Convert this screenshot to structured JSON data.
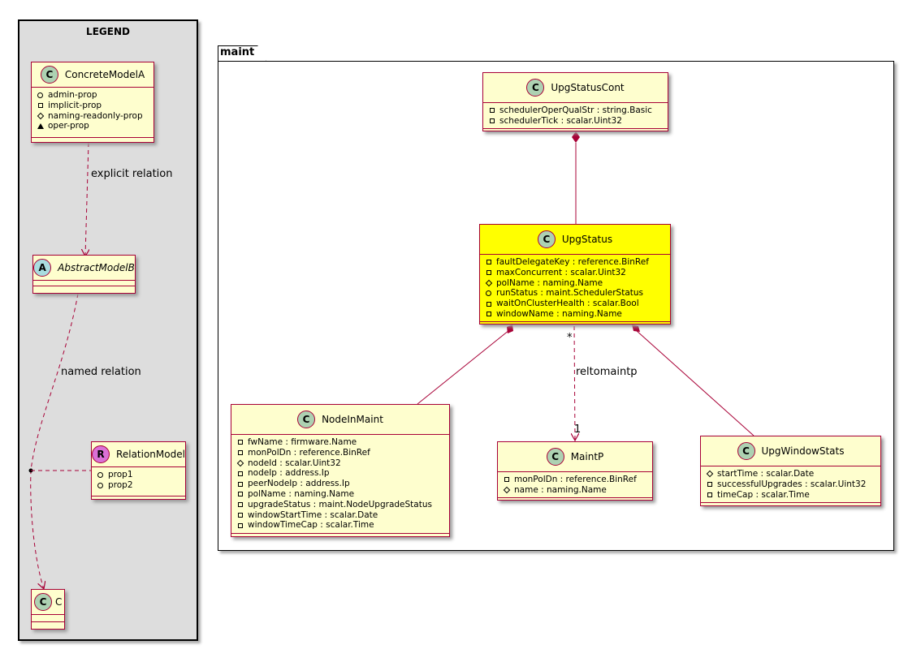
{
  "legend": {
    "title": "LEGEND",
    "concrete_model": {
      "name": "ConcreteModelA",
      "attrs": [
        {
          "vis": "+",
          "name": "admin-prop"
        },
        {
          "vis": "-",
          "name": "implicit-prop"
        },
        {
          "vis": "#",
          "name": "naming-readonly-prop"
        },
        {
          "vis": "~",
          "name": "oper-prop"
        }
      ]
    },
    "abstract_model": {
      "name": "AbstractModelB"
    },
    "relation_model": {
      "name": "RelationModel",
      "attrs": [
        {
          "vis": "+",
          "name": "prop1"
        },
        {
          "vis": "+",
          "name": "prop2"
        }
      ]
    },
    "c_model": {
      "name": "C"
    },
    "explicit_relation_label": "explicit relation",
    "named_relation_label": "named relation"
  },
  "package": {
    "name": "maint",
    "classes": {
      "upg_status_cont": {
        "name": "UpgStatusCont",
        "attrs": [
          {
            "vis": "-",
            "name": "schedulerOperQualStr : string.Basic"
          },
          {
            "vis": "-",
            "name": "schedulerTick : scalar.Uint32"
          }
        ]
      },
      "upg_status": {
        "name": "UpgStatus",
        "highlight_color": "#ffff00",
        "attrs": [
          {
            "vis": "-",
            "name": "faultDelegateKey : reference.BinRef"
          },
          {
            "vis": "-",
            "name": "maxConcurrent : scalar.Uint32"
          },
          {
            "vis": "#",
            "name": "polName : naming.Name"
          },
          {
            "vis": "+",
            "name": "runStatus : maint.SchedulerStatus"
          },
          {
            "vis": "-",
            "name": "waitOnClusterHealth : scalar.Bool"
          },
          {
            "vis": "-",
            "name": "windowName : naming.Name"
          }
        ]
      },
      "node_in_maint": {
        "name": "NodeInMaint",
        "attrs": [
          {
            "vis": "-",
            "name": "fwName : firmware.Name"
          },
          {
            "vis": "-",
            "name": "monPolDn : reference.BinRef"
          },
          {
            "vis": "#",
            "name": "nodeId : scalar.Uint32"
          },
          {
            "vis": "-",
            "name": "nodeIp : address.Ip"
          },
          {
            "vis": "-",
            "name": "peerNodeIp : address.Ip"
          },
          {
            "vis": "-",
            "name": "polName : naming.Name"
          },
          {
            "vis": "-",
            "name": "upgradeStatus : maint.NodeUpgradeStatus"
          },
          {
            "vis": "-",
            "name": "windowStartTime : scalar.Date"
          },
          {
            "vis": "-",
            "name": "windowTimeCap : scalar.Time"
          }
        ]
      },
      "maint_p": {
        "name": "MaintP",
        "attrs": [
          {
            "vis": "-",
            "name": "monPolDn : reference.BinRef"
          },
          {
            "vis": "#",
            "name": "name : naming.Name"
          }
        ]
      },
      "upg_window_stats": {
        "name": "UpgWindowStats",
        "attrs": [
          {
            "vis": "#",
            "name": "startTime : scalar.Date"
          },
          {
            "vis": "-",
            "name": "successfulUpgrades : scalar.Uint32"
          },
          {
            "vis": "-",
            "name": "timeCap : scalar.Time"
          }
        ]
      }
    },
    "relation": {
      "label": "reltomaintp",
      "source_multiplicity": "*",
      "target_multiplicity": "1"
    }
  },
  "colors": {
    "class_fill": "#fefece",
    "class_border": "#a80036",
    "highlight_fill": "#ffff00",
    "legend_bg": "#dddddd",
    "class_badge": "#add1b2",
    "abstract_badge": "#a9dcdf",
    "relation_badge": "#da70d6"
  }
}
